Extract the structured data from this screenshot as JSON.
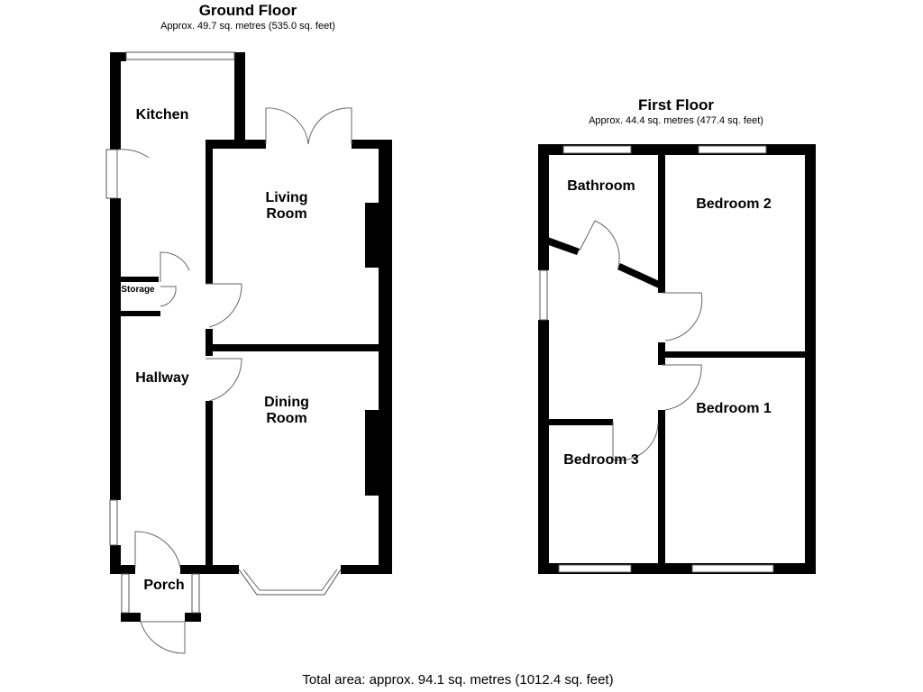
{
  "ground_floor": {
    "title": "Ground Floor",
    "area": "Approx. 49.7 sq. metres (535.0 sq. feet)",
    "rooms": {
      "kitchen": "Kitchen",
      "living_room": "Living\nRoom",
      "storage": "Storage",
      "hallway": "Hallway",
      "dining_room": "Dining\nRoom",
      "porch": "Porch"
    }
  },
  "first_floor": {
    "title": "First Floor",
    "area": "Approx. 44.4 sq. metres (477.4 sq. feet)",
    "rooms": {
      "bathroom": "Bathroom",
      "bedroom_2": "Bedroom 2",
      "bedroom_1": "Bedroom 1",
      "bedroom_3": "Bedroom 3"
    }
  },
  "total_area": "Total area: approx. 94.1 sq. metres (1012.4 sq. feet)"
}
